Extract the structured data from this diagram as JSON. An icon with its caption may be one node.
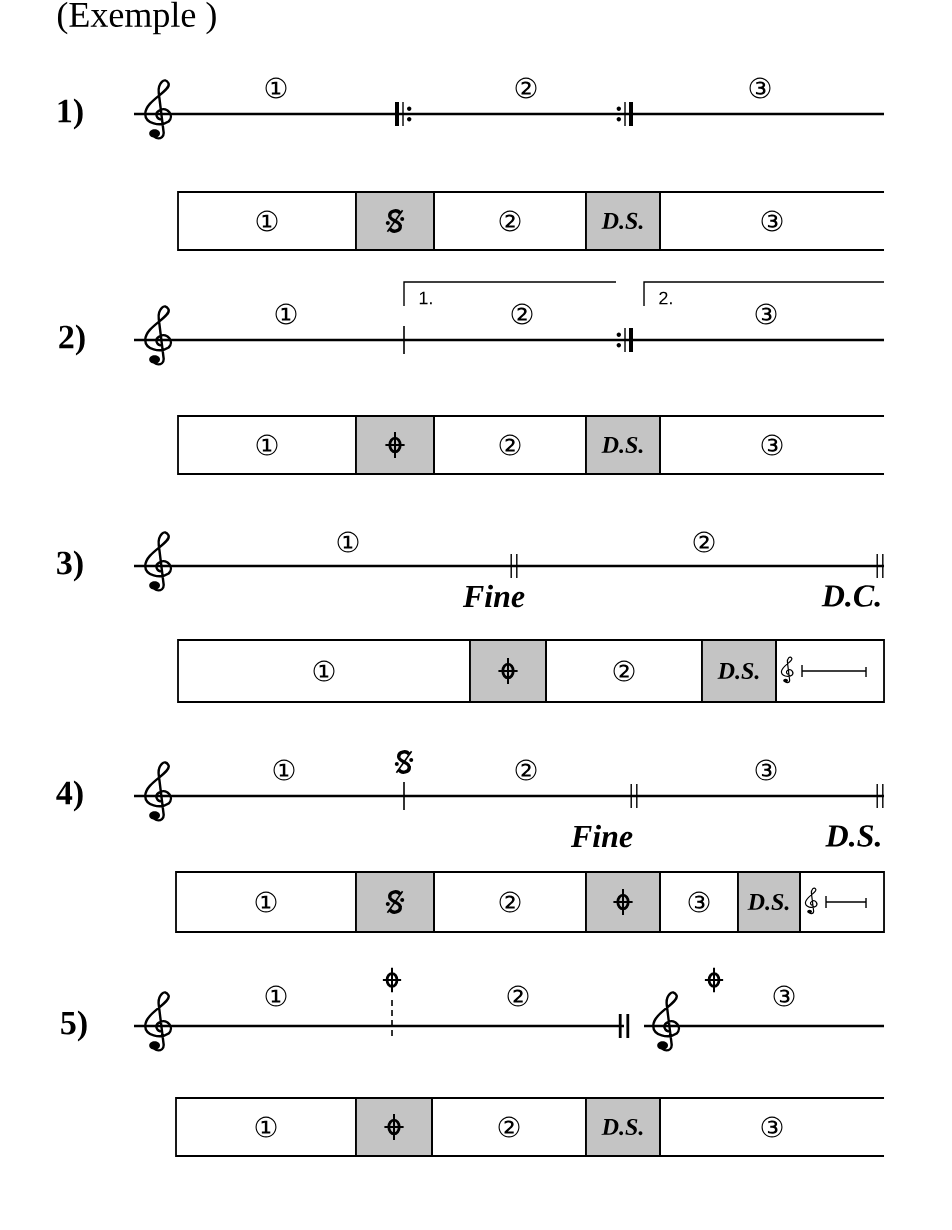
{
  "diagram": {
    "title": "(Exemple )",
    "nodes": [
      {
        "text": [
          "①"
        ]
      },
      {
        "text": [],
        "shape": "box"
      },
      {
        "text": [
          "②"
        ]
      },
      {
        "text": [
          "D.S."
        ]
      },
      {
        "text": [
          "③"
        ]
      },
      {
        "text": [
          "①"
        ]
      },
      {
        "text": [],
        "shape": "box"
      },
      {
        "text": [
          "②"
        ]
      },
      {
        "text": [
          "D.S."
        ]
      },
      {
        "text": [
          "③"
        ]
      },
      {
        "text": [
          "①"
        ]
      },
      {
        "text": [],
        "shape": "box"
      },
      {
        "text": [
          "②"
        ]
      },
      {
        "text": [
          "D.S."
        ]
      },
      {
        "text": [],
        "shape": "box"
      },
      {
        "text": [
          "①"
        ]
      },
      {
        "text": [],
        "shape": "box"
      },
      {
        "text": [
          "②"
        ]
      },
      {
        "text": [],
        "shape": "box"
      },
      {
        "text": [
          "③"
        ]
      },
      {
        "text": [
          "D.S."
        ]
      },
      {
        "text": [],
        "shape": "box"
      },
      {
        "text": [
          "①"
        ]
      },
      {
        "text": [],
        "shape": "box"
      },
      {
        "text": [
          "②"
        ]
      },
      {
        "text": [
          "D.S."
        ]
      },
      {
        "text": [
          "③"
        ]
      }
    ],
    "labels": [
      "1)",
      "①",
      "②",
      "③",
      "2)",
      "①",
      "1.",
      "②",
      "2.",
      "③",
      "3)",
      "①",
      "②",
      "Fine",
      "D.C.",
      "4)",
      "①",
      "②",
      "③",
      "Fine",
      "D.S.",
      "5)",
      "①",
      "②",
      "③"
    ]
  }
}
